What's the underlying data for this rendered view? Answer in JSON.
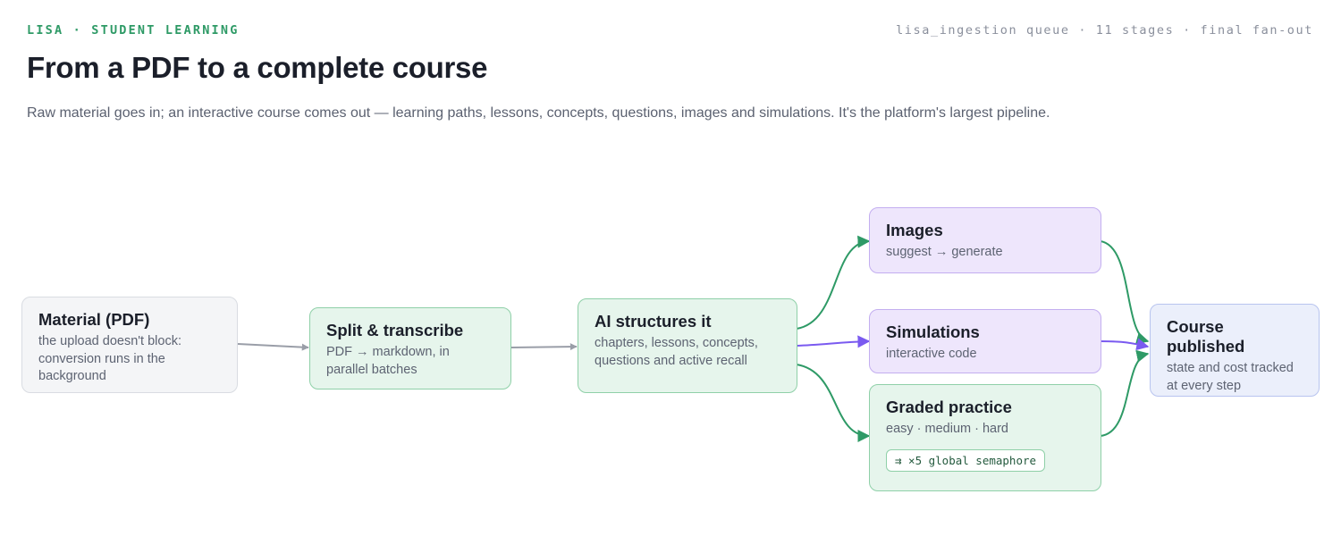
{
  "header": {
    "eyebrow": "LISA · STUDENT LEARNING",
    "meta": "lisa_ingestion queue · 11 stages · final fan-out",
    "title": "From a PDF to a complete course",
    "subtitle": "Raw material goes in; an interactive course comes out — learning paths, lessons, concepts, questions, images and simulations. It's the platform's largest pipeline."
  },
  "nodes": {
    "material": {
      "title": "Material (PDF)",
      "desc": "the upload doesn't block: conversion runs in the background"
    },
    "split": {
      "title": "Split & transcribe",
      "desc": "PDF → markdown, in parallel batches"
    },
    "ai": {
      "title": "AI structures it",
      "desc": "chapters, lessons, concepts, questions and active recall"
    },
    "images": {
      "title": "Images",
      "desc": "suggest → generate"
    },
    "simulations": {
      "title": "Simulations",
      "desc": "interactive code"
    },
    "practice": {
      "title": "Graded practice",
      "desc": "easy · medium · hard",
      "chip": "⇉ ×5 global semaphore"
    },
    "course": {
      "title": "Course published",
      "desc": "state and cost tracked at every step"
    }
  },
  "colors": {
    "accent_green": "#2e9a66",
    "arrow_gray": "#9a9ea8",
    "arrow_purple": "#7a5af0"
  }
}
